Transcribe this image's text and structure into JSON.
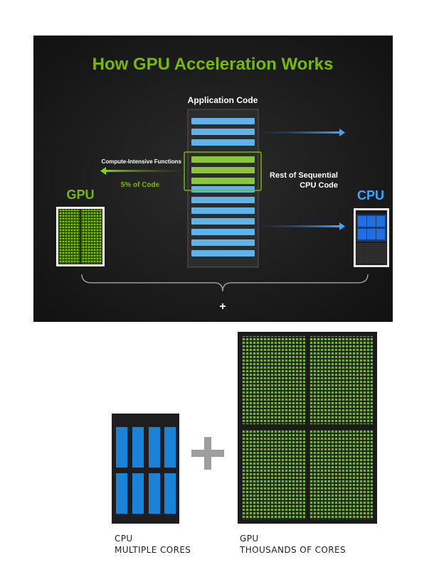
{
  "slide": {
    "title": "How GPU Acceleration Works",
    "app_code_label": "Application Code",
    "compute_label": "Compute-Intensive Functions",
    "percent_label": "5% of Code",
    "rest_label_1": "Rest of Sequential",
    "rest_label_2": "CPU Code",
    "gpu_label": "GPU",
    "cpu_label": "CPU",
    "plus": "+"
  },
  "bottom": {
    "cpu_caption_1": "CPU",
    "cpu_caption_2": "MULTIPLE CORES",
    "gpu_caption_1": "GPU",
    "gpu_caption_2": "THOUSANDS OF CORES"
  },
  "colors": {
    "green": "#76b900",
    "blue": "#1a7fd6",
    "slide_bg": "#1a1a1a"
  },
  "icons": [
    "gpu-chip-icon",
    "cpu-chip-icon",
    "arrow-right-icon",
    "arrow-left-icon",
    "plus-icon"
  ]
}
